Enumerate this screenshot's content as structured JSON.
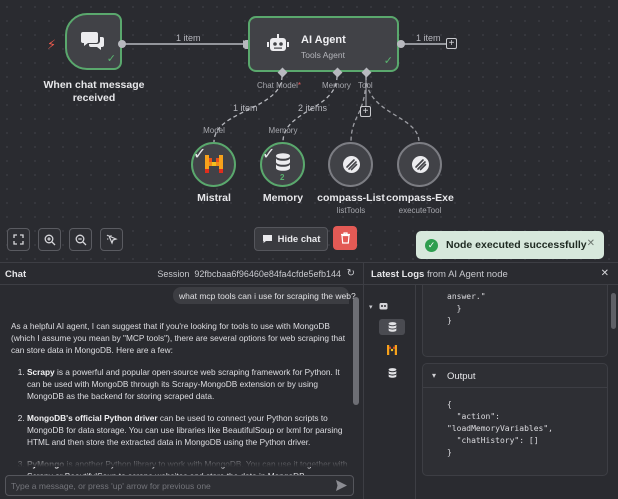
{
  "canvas": {
    "edges": {
      "trigger_to_agent": "1 item",
      "agent_output": "1 item",
      "chat_model": "1 item",
      "memory": "2 items"
    },
    "trigger": {
      "label": "When chat message received"
    },
    "agent": {
      "title": "AI Agent",
      "subtitle": "Tools Agent"
    },
    "ports": {
      "chat_model": "Chat Model",
      "required_mark": "*",
      "memory": "Memory",
      "tool": "Tool"
    },
    "subnodes": [
      {
        "top": "Model",
        "name": "Mistral",
        "desc": ""
      },
      {
        "top": "Memory",
        "name": "Memory",
        "desc": "",
        "badge": "2"
      },
      {
        "top": "",
        "name": "compass-List",
        "desc": "listTools"
      },
      {
        "top": "",
        "name": "compass-Exe",
        "desc": "executeTool"
      }
    ]
  },
  "toolbar": {
    "hide_chat": "Hide chat"
  },
  "toast": {
    "message": "Node executed successfully"
  },
  "chat": {
    "title": "Chat",
    "session_label": "Session",
    "session_id": "92fbcbaa6f96460e84fa4cfde5efb144",
    "user_message": "what mcp tools can i use for scraping the web?",
    "intro": "As a helpful AI agent, I can suggest that if you're looking for tools to use with MongoDB (which I assume you mean by \"MCP tools\"), there are several options for web scraping that can store data in MongoDB. Here are a few:",
    "items": [
      {
        "bold": "Scrapy",
        "text": " is a powerful and popular open-source web scraping framework for Python. It can be used with MongoDB through its Scrapy-MongoDB extension or by using MongoDB as the backend for storing scraped data."
      },
      {
        "bold": "MongoDB's official Python driver",
        "text": " can be used to connect your Python scripts to MongoDB for data storage. You can use libraries like BeautifulSoup or lxml for parsing HTML and then store the extracted data in MongoDB using the Python driver."
      },
      {
        "bold": "PyMongo",
        "text": " is another Python library to work with MongoDB. You can use it together with Scrapy or BeautifulSoup to scrape websites and store the data in MongoDB."
      }
    ],
    "input_placeholder": "Type a message, or press 'up' arrow for previous one"
  },
  "logs": {
    "title_prefix": "Latest Logs",
    "title_suffix": "from AI Agent node",
    "input_json": "answer.\"\n  }\n}",
    "output_label": "Output",
    "output_json": "{\n  \"action\":\n\"loadMemoryVariables\",\n  \"chatHistory\": []\n}"
  },
  "colors": {
    "success_border": "#5aa86d",
    "delete": "#e35a55",
    "toast_bg": "#d7e8dc",
    "mistral": "#f7a21b"
  }
}
